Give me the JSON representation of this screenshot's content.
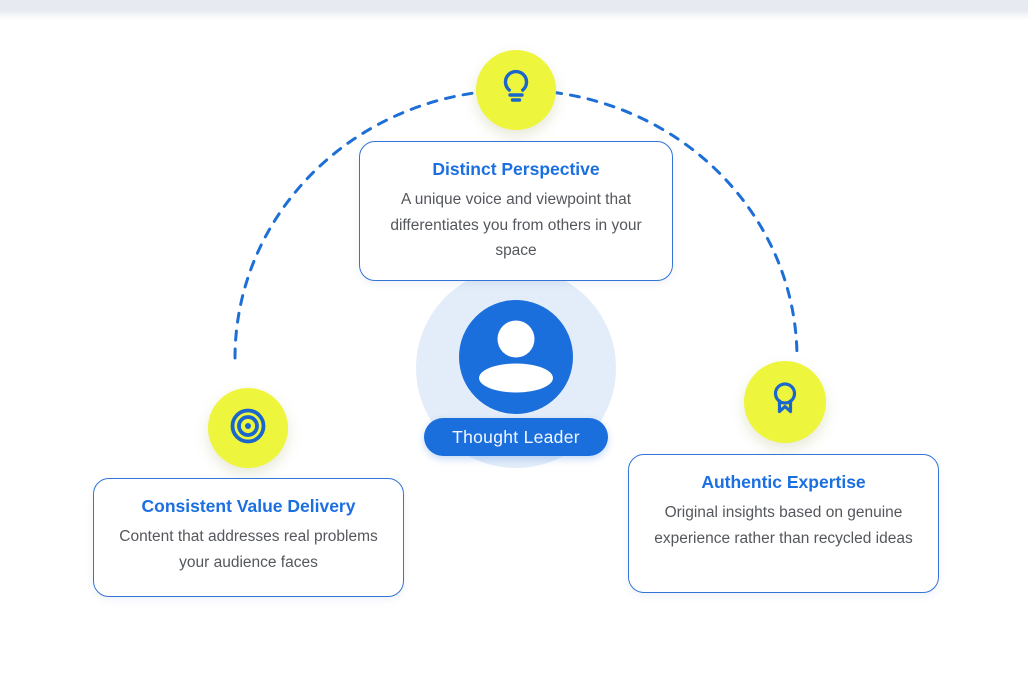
{
  "center": {
    "badge_label": "Thought Leader",
    "icon": "person-icon"
  },
  "cards": [
    {
      "id": "distinct-perspective",
      "icon": "lightbulb-icon",
      "title": "Distinct Perspective",
      "body": "A unique voice and viewpoint that differentiates you from others in your space"
    },
    {
      "id": "consistent-value-delivery",
      "icon": "target-icon",
      "title": "Consistent Value Delivery",
      "body": "Content that addresses real problems your audience faces"
    },
    {
      "id": "authentic-expertise",
      "icon": "award-icon",
      "title": "Authentic Expertise",
      "body": "Original insights based on genuine experience rather than recycled ideas"
    }
  ],
  "colors": {
    "accent_yellow": "#edf53d",
    "primary_blue": "#1b6fdd",
    "title_blue": "#1b6fe0",
    "icon_blue": "#1a66cc",
    "arc_blue": "#1d6fd6",
    "card_border_blue": "#3474d4",
    "halo_blue": "#e3edf9",
    "body_text_gray": "#54575c",
    "topbar_gray": "#e7eaf0"
  }
}
